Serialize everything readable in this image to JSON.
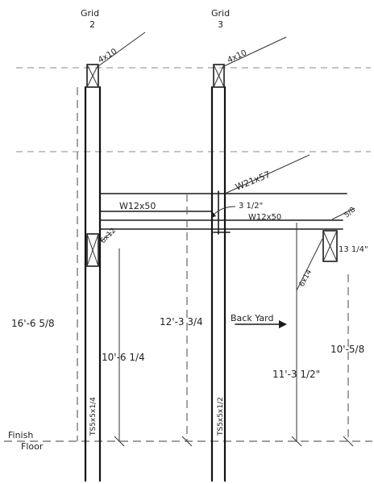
{
  "grids": [
    {
      "label": "Grid",
      "sub": "2"
    },
    {
      "label": "Grid",
      "sub": "3"
    }
  ],
  "members": {
    "top_left": "4x10",
    "top_right": "4x10",
    "beam_upper": "W12x50",
    "beam_lower": "W12x50",
    "diagonal_top": "W21x57",
    "small_left": "6x12",
    "diagonal_right": "6x14",
    "column_left": "TS5x5x1/4",
    "column_right": "TS5x5x1/2"
  },
  "dimensions": {
    "offset_top": "3 1/2\"",
    "right_small": "5/8",
    "right_block": "13 1/4\"",
    "height_left": "16'-6 5/8",
    "height_center": "12'-3 3/4",
    "height_right_mid": "11'-3 1/2\"",
    "height_right_far": "10'-5/8",
    "height_inner_left": "10'-6 1/4"
  },
  "notes": {
    "direction": "Back Yard",
    "floor_line1": "Finish",
    "floor_line2": "Floor"
  },
  "colors": {
    "ink": "#1a1a1a",
    "paper": "#ffffff"
  }
}
